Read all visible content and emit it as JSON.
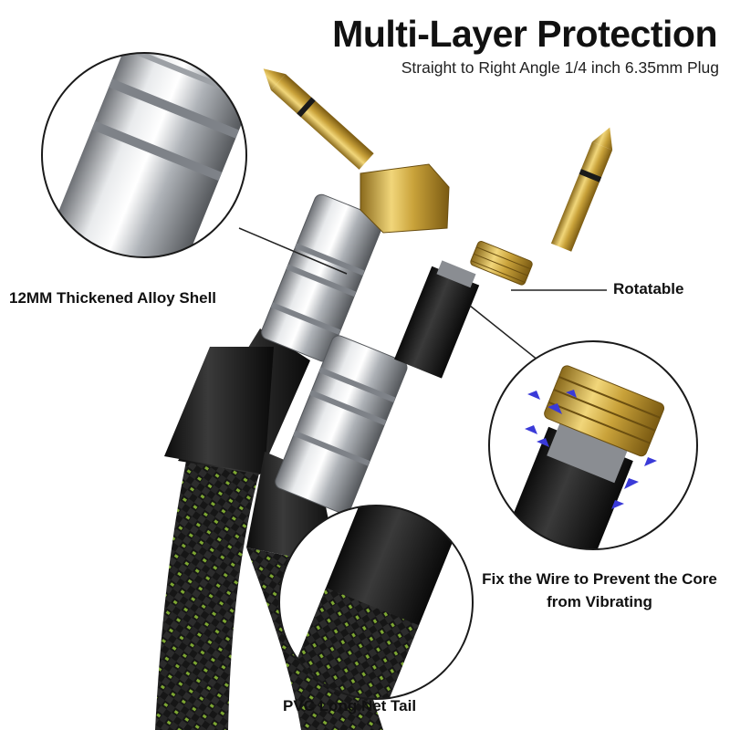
{
  "header": {
    "title": "Multi-Layer Protection",
    "subtitle": "Straight to Right Angle 1/4 inch 6.35mm Plug"
  },
  "callouts": {
    "alloy_shell": "12MM Thickened Alloy Shell",
    "rotatable": "Rotatable",
    "fix_wire": "Fix the Wire to Prevent the Core from Vibrating",
    "net_tail": "PVC Long Net Tail"
  },
  "colors": {
    "gold": "#c9a23a",
    "chrome": "#c8ccd0",
    "cable": "#1c1c1c",
    "braid_green": "#7ea832",
    "arrow_blue": "#3a3ad8"
  }
}
